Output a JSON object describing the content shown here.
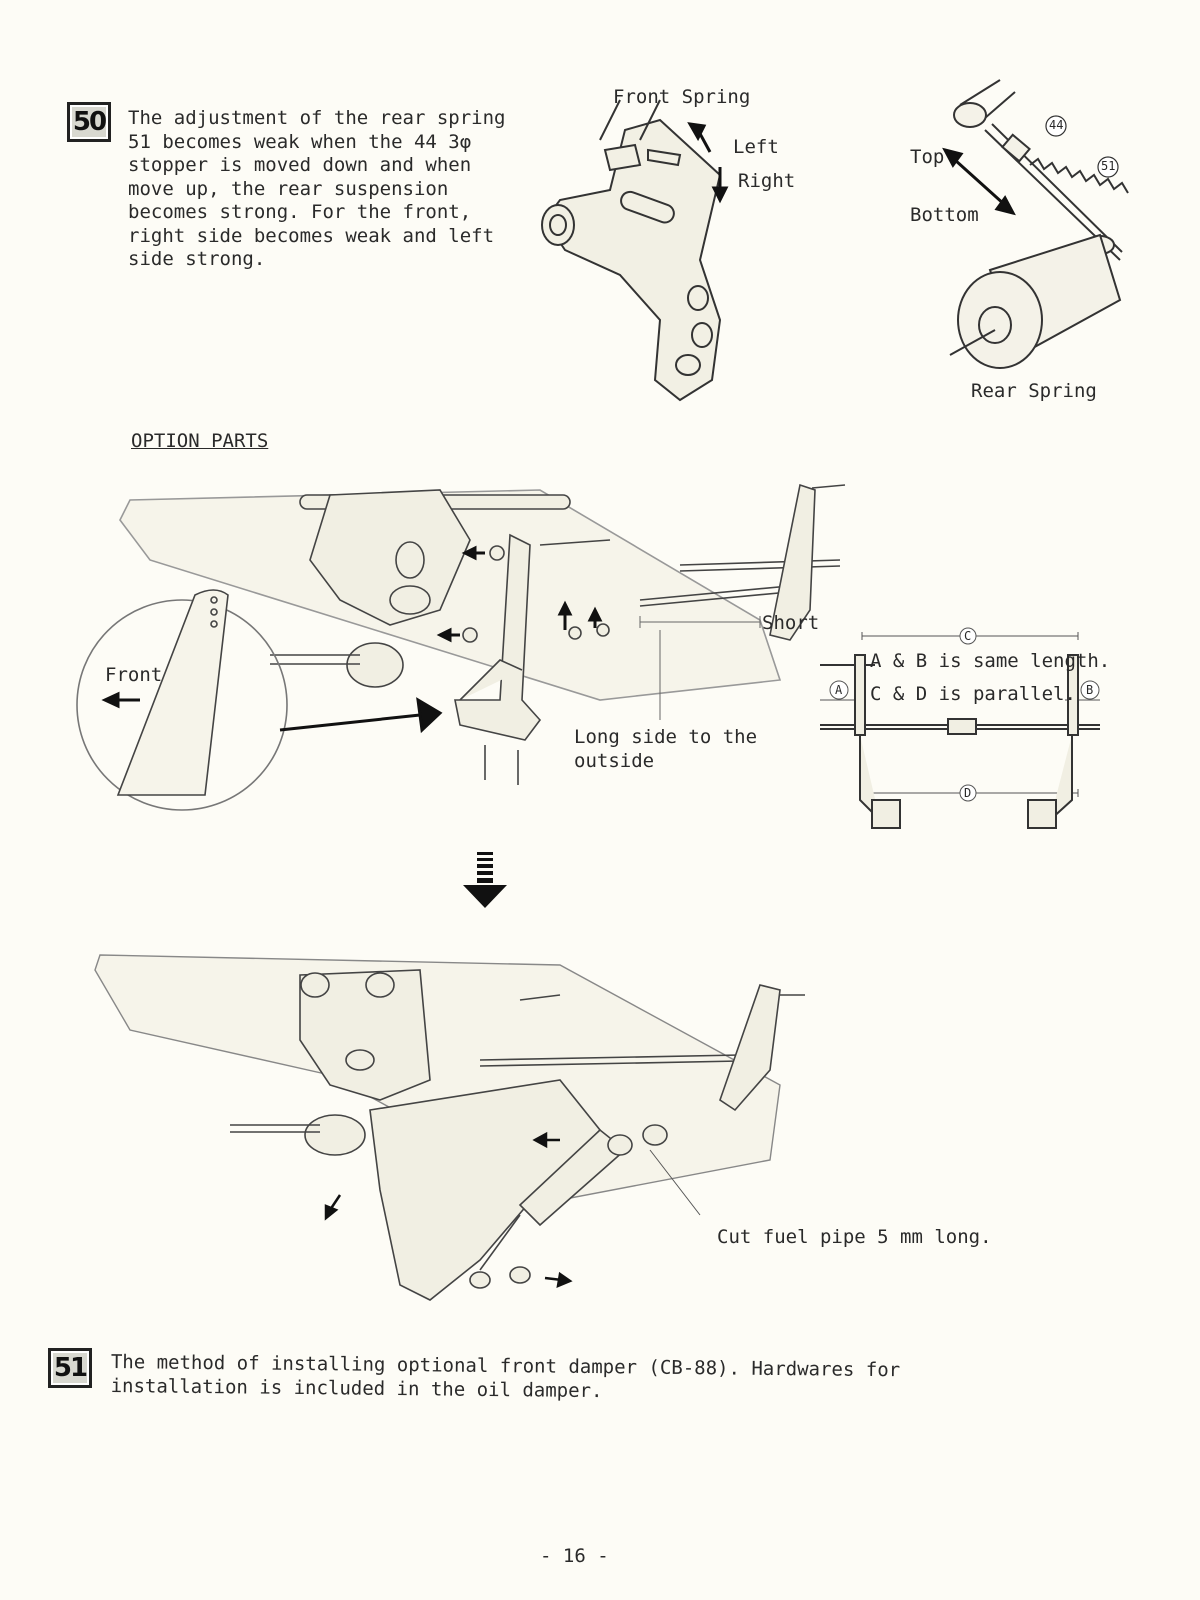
{
  "step50": {
    "number": "50",
    "text": "The adjustment of the rear spring\n51 becomes weak when the 44 3φ\nstopper is moved down and when\nmove up, the rear suspension\nbecomes strong.  For the front,\nright side becomes weak and left\nside strong."
  },
  "front_spring_figure": {
    "title": "Front Spring",
    "left": "Left",
    "right": "Right"
  },
  "rear_spring_figure": {
    "top": "Top",
    "bottom": "Bottom",
    "title": "Rear Spring",
    "part44": "44",
    "part51": "51"
  },
  "option_parts": {
    "heading": "OPTION PARTS",
    "front": "Front",
    "short": "Short",
    "long_side": "Long side to the\noutside",
    "rule1": "A & B is same length.",
    "rule2": "C & D is parallel.",
    "labels": {
      "a": "A",
      "b": "B",
      "c": "C",
      "d": "D"
    }
  },
  "installed": {
    "cut_fuel_pipe": "Cut fuel pipe 5 mm long."
  },
  "step51": {
    "number": "51",
    "text": "The method of installing optional front damper (CB-88).  Hardwares for\ninstallation is included in the oil damper."
  },
  "page_number": "- 16 -"
}
